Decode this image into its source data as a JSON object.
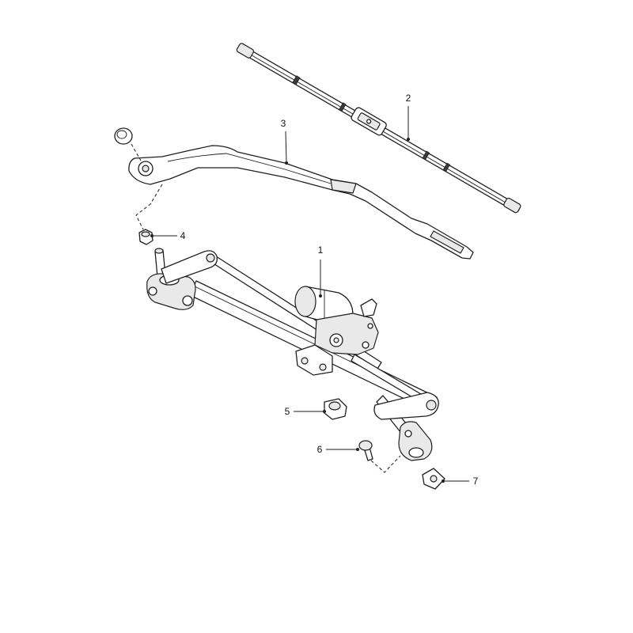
{
  "callouts": [
    "1",
    "2",
    "3",
    "4",
    "5",
    "6",
    "7"
  ],
  "colors": {
    "line": "#1f1f1f",
    "background": "#ffffff",
    "shade": "#e9e9e9"
  }
}
